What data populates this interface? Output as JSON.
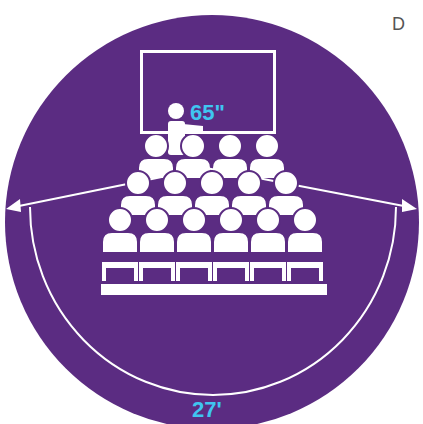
{
  "diagram": {
    "nodes": [
      {
        "text": [
          "65\""
        ]
      }
    ],
    "edges": [],
    "labels": [
      "D",
      "27'"
    ]
  }
}
